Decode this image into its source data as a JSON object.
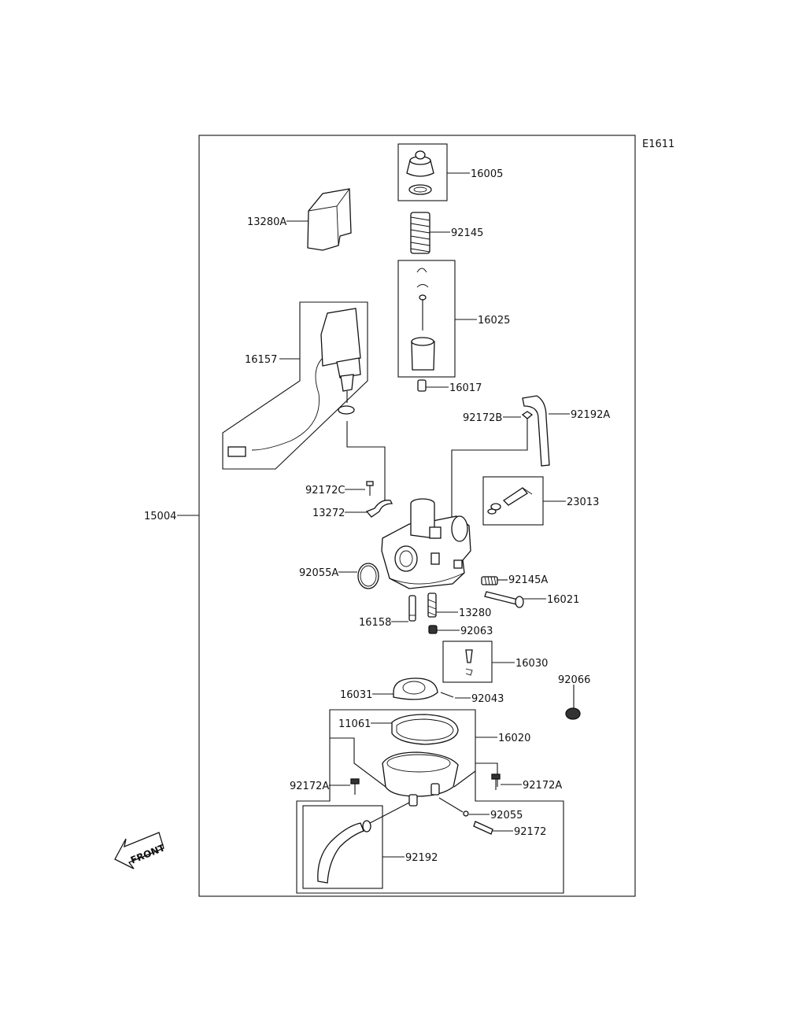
{
  "diagram": {
    "code": "E1611",
    "front_label": "FRONT",
    "parts": {
      "p16005": "16005",
      "p13280A": "13280A",
      "p92145": "92145",
      "p16025": "16025",
      "p16157": "16157",
      "p16017": "16017",
      "p92172B": "92172B",
      "p92192A": "92192A",
      "p23013": "23013",
      "p15004": "15004",
      "p92172C": "92172C",
      "p13272": "13272",
      "p92055A": "92055A",
      "p92145A": "92145A",
      "p16021": "16021",
      "p13280": "13280",
      "p16158": "16158",
      "p92063": "92063",
      "p16030": "16030",
      "p92066": "92066",
      "p16031": "16031",
      "p92043": "92043",
      "p11061": "11061",
      "p16020": "16020",
      "p92172A_left": "92172A",
      "p92172A_right": "92172A",
      "p92055": "92055",
      "p92172": "92172",
      "p92192": "92192"
    }
  }
}
